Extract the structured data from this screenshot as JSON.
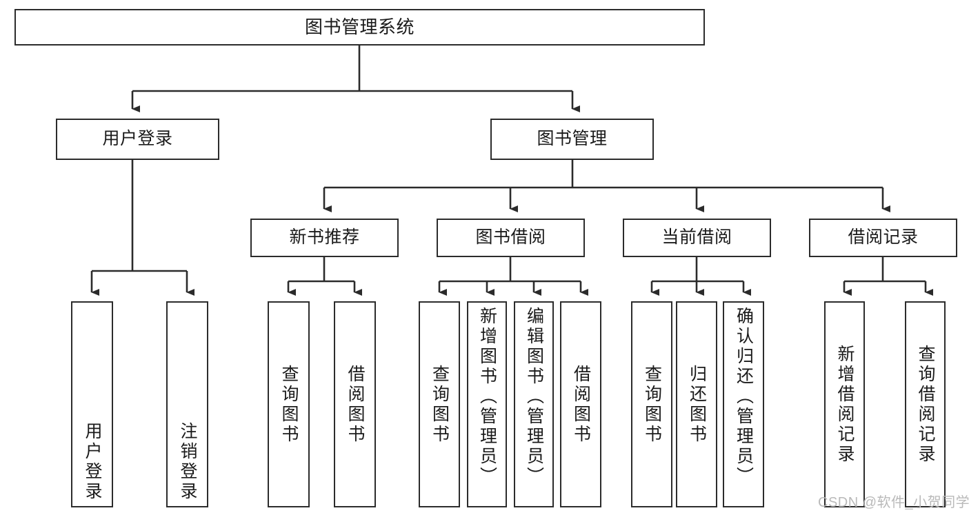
{
  "diagram": {
    "title": "图书管理系统",
    "type": "功能结构图",
    "watermark": "CSDN @软件_小贺同学",
    "stroke_color": "#2b2b2b",
    "fill_color": "#ffffff",
    "text_color": "#1a1a1a",
    "watermark_color": "#b9b9b9"
  },
  "nodes": {
    "root": {
      "label": "图书管理系统"
    },
    "tier1": [
      {
        "label": "用户登录"
      },
      {
        "label": "图书管理"
      }
    ],
    "tier2": [
      {
        "label": "新书推荐"
      },
      {
        "label": "图书借阅"
      },
      {
        "label": "当前借阅"
      },
      {
        "label": "借阅记录"
      }
    ],
    "leaves": {
      "user_login": [
        {
          "label": "用户登录"
        },
        {
          "label": "注销登录"
        }
      ],
      "new_book_recommend": [
        {
          "label": "查询图书"
        },
        {
          "label": "借阅图书"
        }
      ],
      "book_borrow": [
        {
          "label": "查询图书"
        },
        {
          "label": "新增图书（管理员）"
        },
        {
          "label": "编辑图书（管理员）"
        },
        {
          "label": "借阅图书"
        }
      ],
      "current_borrow": [
        {
          "label": "查询图书"
        },
        {
          "label": "归还图书"
        },
        {
          "label": "确认归还（管理员）"
        }
      ],
      "borrow_record": [
        {
          "label": "新增借阅记录"
        },
        {
          "label": "查询借阅记录"
        }
      ]
    }
  },
  "chart_data": {
    "type": "tree",
    "title": "图书管理系统",
    "root": "图书管理系统",
    "edges": [
      {
        "from": "图书管理系统",
        "to": "用户登录"
      },
      {
        "from": "图书管理系统",
        "to": "图书管理"
      },
      {
        "from": "用户登录",
        "to": "用户登录"
      },
      {
        "from": "用户登录",
        "to": "注销登录"
      },
      {
        "from": "图书管理",
        "to": "新书推荐"
      },
      {
        "from": "图书管理",
        "to": "图书借阅"
      },
      {
        "from": "图书管理",
        "to": "当前借阅"
      },
      {
        "from": "图书管理",
        "to": "借阅记录"
      },
      {
        "from": "新书推荐",
        "to": "查询图书"
      },
      {
        "from": "新书推荐",
        "to": "借阅图书"
      },
      {
        "from": "图书借阅",
        "to": "查询图书"
      },
      {
        "from": "图书借阅",
        "to": "新增图书（管理员）"
      },
      {
        "from": "图书借阅",
        "to": "编辑图书（管理员）"
      },
      {
        "from": "图书借阅",
        "to": "借阅图书"
      },
      {
        "from": "当前借阅",
        "to": "查询图书"
      },
      {
        "from": "当前借阅",
        "to": "归还图书"
      },
      {
        "from": "当前借阅",
        "to": "确认归还（管理员）"
      },
      {
        "from": "借阅记录",
        "to": "新增借阅记录"
      },
      {
        "from": "借阅记录",
        "to": "查询借阅记录"
      }
    ],
    "levels": 4,
    "node_count": 20,
    "orientation": "top-down"
  }
}
